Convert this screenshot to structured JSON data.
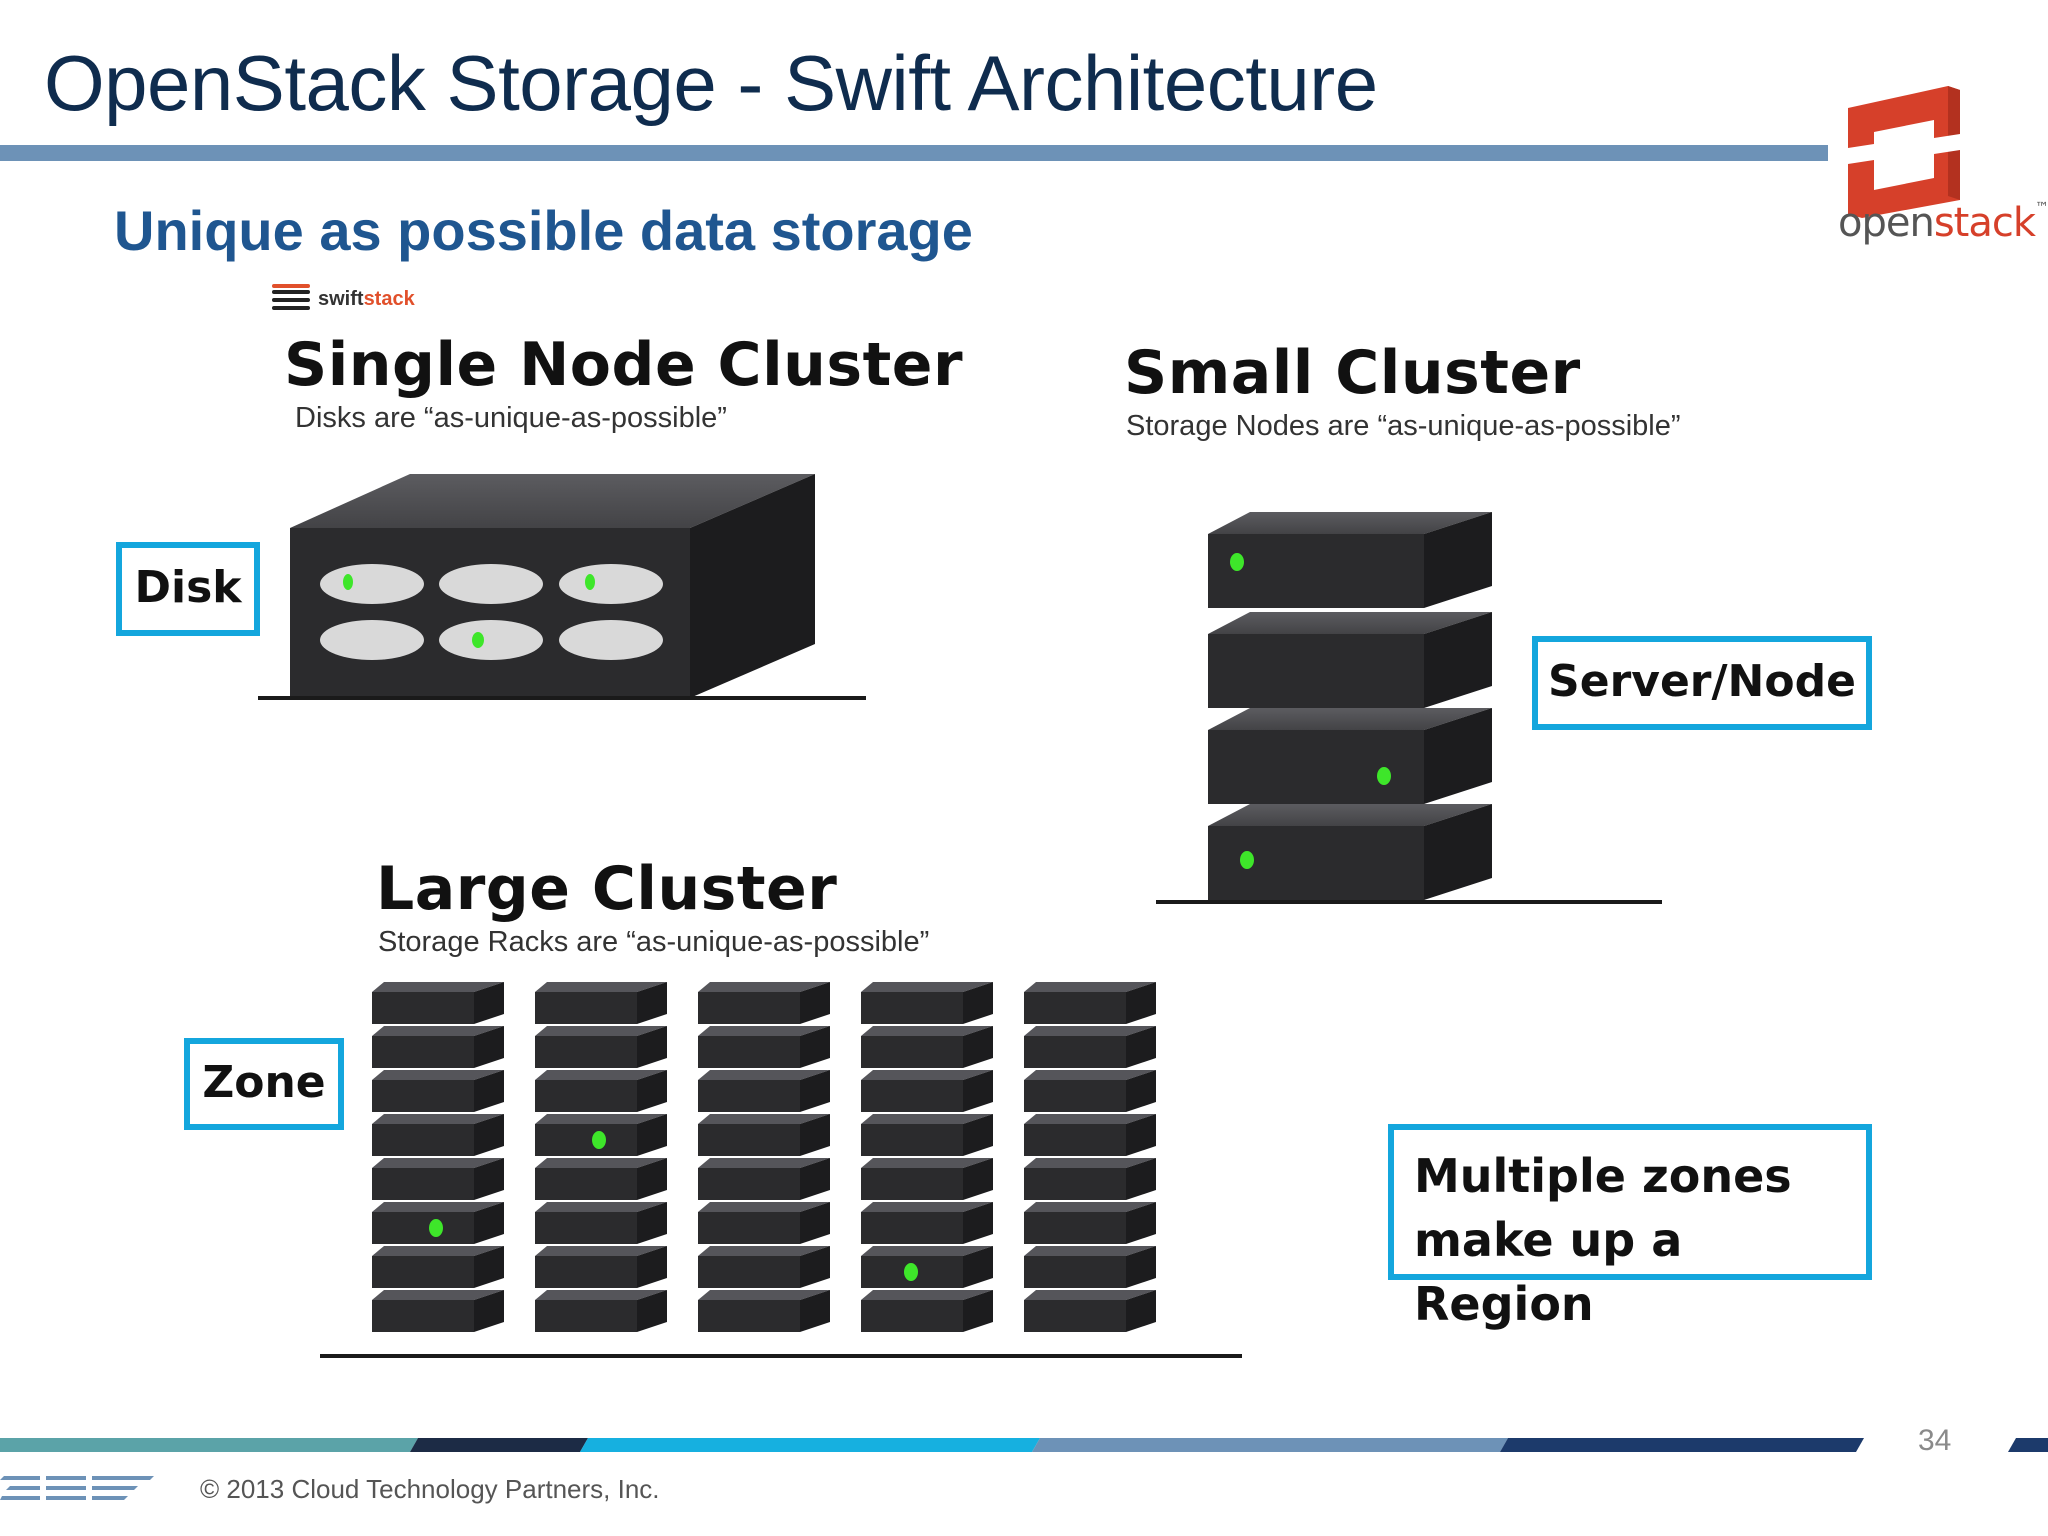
{
  "slide": {
    "title": "OpenStack Storage - Swift Architecture",
    "subtitle": "Unique as possible data storage",
    "page_number": "34",
    "copyright": "© 2013 Cloud Technology Partners, Inc."
  },
  "logos": {
    "openstack": {
      "part1": "open",
      "part2": "stack",
      "tm": "™"
    },
    "swiftstack": {
      "part1": "swift",
      "part2": "stack"
    }
  },
  "clusters": {
    "single_node": {
      "title": "Single Node Cluster",
      "subtitle": "Disks are “as-unique-as-possible”"
    },
    "small": {
      "title": "Small Cluster",
      "subtitle": "Storage Nodes are “as-unique-as-possible”"
    },
    "large": {
      "title": "Large Cluster",
      "subtitle": "Storage Racks are “as-unique-as-possible”"
    }
  },
  "labels": {
    "disk": "Disk",
    "server_node": "Server/Node",
    "zone": "Zone",
    "region_line1": "Multiple zones",
    "region_line2": "make up a Region"
  },
  "colors": {
    "title": "#0f2c4e",
    "subtitle": "#1f5690",
    "rule": "#6d92b7",
    "label_border": "#14a6dd",
    "led": "#3ee62a",
    "openstack_red": "#d6402a",
    "server_dark": "#2b2b2d"
  }
}
